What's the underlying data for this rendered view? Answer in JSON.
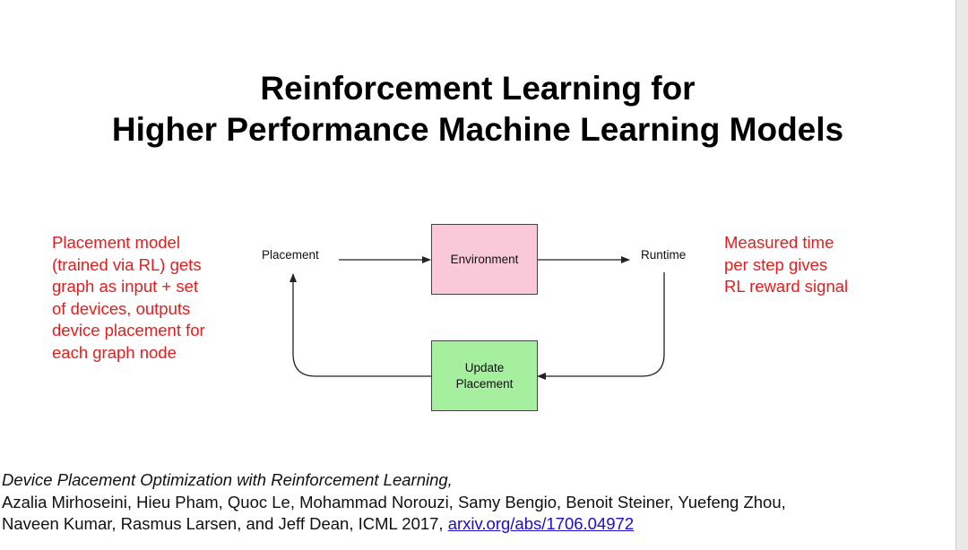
{
  "title": {
    "line1": "Reinforcement Learning for",
    "line2": "Higher Performance Machine Learning Models"
  },
  "left_note": {
    "lines": [
      "Placement model",
      "(trained via RL) gets",
      "graph as input + set",
      "of devices, outputs",
      "device placement for",
      "each graph node"
    ]
  },
  "right_note": {
    "lines": [
      "Measured time",
      "per step gives",
      "RL reward signal"
    ]
  },
  "diagram": {
    "placement_label": "Placement",
    "runtime_label": "Runtime",
    "environment_label": "Environment",
    "update_label_line1": "Update",
    "update_label_line2": "Placement",
    "environment_color": "#f9c9d9",
    "update_color": "#a6ef9f"
  },
  "citation": {
    "paper_title": "Device Placement Optimization with Reinforcement Learning,",
    "authors_line1": "Azalia Mirhoseini, Hieu Pham, Quoc Le, Mohammad Norouzi, Samy Bengio, Benoit Steiner, Yuefeng Zhou,",
    "authors_line2": "Naveen Kumar, Rasmus Larsen, and Jeff Dean, ICML 2017, ",
    "link_text": "arxiv.org/abs/1706.04972"
  }
}
